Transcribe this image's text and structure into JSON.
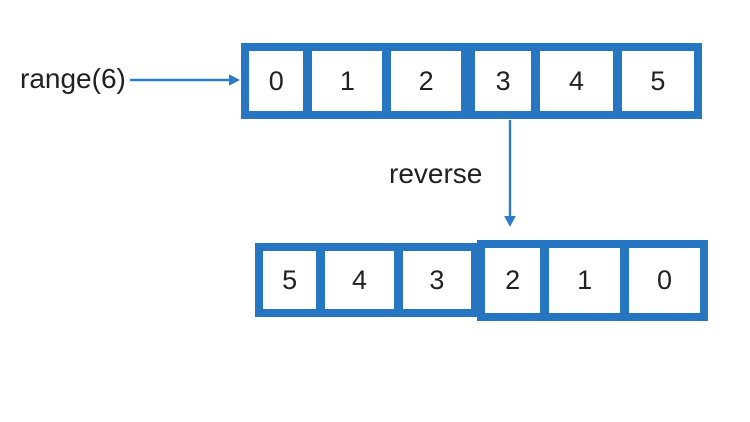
{
  "diagram": {
    "labels": {
      "range": "range(6)",
      "reverse": "reverse"
    },
    "top_row": {
      "description": "array produced by range(6)",
      "cells": [
        "0",
        "1",
        "2",
        "3",
        "4",
        "5"
      ]
    },
    "bottom_row": {
      "description": "array after reverse",
      "cells": [
        "5",
        "4",
        "3",
        "2",
        "1",
        "0"
      ]
    },
    "icons": [
      "arrow-right-icon",
      "arrow-down-icon"
    ]
  },
  "colors": {
    "blue": "#2676c2",
    "arrow": "#2e7cc9",
    "text": "#212121",
    "bg": "#ffffff",
    "cell": "#ffffff"
  }
}
